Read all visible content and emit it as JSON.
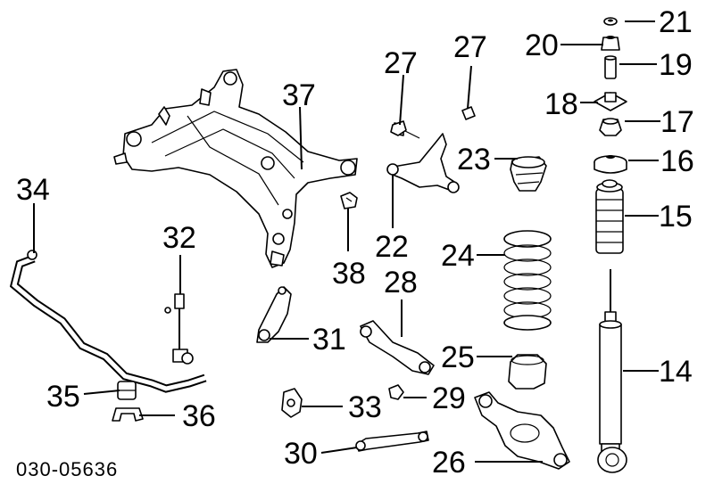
{
  "diagram": {
    "code": "030-05636",
    "callouts": {
      "c14": "14",
      "c15": "15",
      "c16": "16",
      "c17": "17",
      "c18": "18",
      "c19": "19",
      "c20": "20",
      "c21": "21",
      "c22": "22",
      "c23": "23",
      "c24": "24",
      "c25": "25",
      "c26": "26",
      "c27a": "27",
      "c27b": "27",
      "c28": "28",
      "c29": "29",
      "c30": "30",
      "c31": "31",
      "c32": "32",
      "c33": "33",
      "c34": "34",
      "c35": "35",
      "c36": "36",
      "c37": "37",
      "c38": "38"
    }
  }
}
